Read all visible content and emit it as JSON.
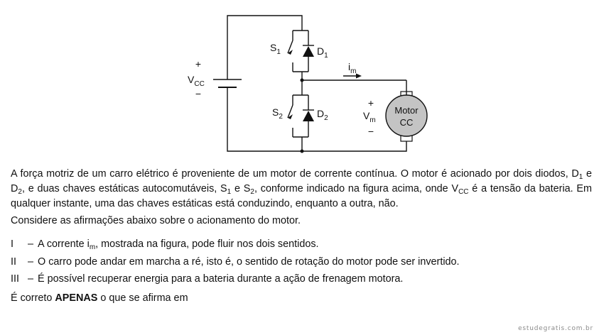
{
  "circuit": {
    "source": {
      "sym": "V",
      "sub": "CC",
      "plus": "+",
      "minus": "−"
    },
    "switch_top": {
      "s_sym": "S",
      "s_sub": "1",
      "d_sym": "D",
      "d_sub": "1"
    },
    "switch_bottom": {
      "s_sym": "S",
      "s_sub": "2",
      "d_sym": "D",
      "d_sub": "2"
    },
    "current": {
      "sym": "i",
      "sub": "m"
    },
    "motor_voltage": {
      "sym": "V",
      "sub": "m",
      "plus": "+",
      "minus": "−"
    },
    "motor": {
      "line1": "Motor",
      "line2": "CC"
    }
  },
  "paragraph": {
    "p1": "A força motriz de um carro elétrico é proveniente de um motor de corrente contínua. O motor é acionado por dois diodos,",
    "d": "D",
    "sub1": "1",
    "e1": " e ",
    "sub2": "2",
    "p2": ", e duas chaves estáticas autocomutáveis, ",
    "s": "S",
    "e2": " e ",
    "p3": ", conforme indicado na figura acima, onde ",
    "v": "V",
    "vcc_sub": "CC",
    "p4": " é a tensão da bateria. Em qualquer instante, uma das chaves estáticas está conduzindo, enquanto a outra, não."
  },
  "consider": "Considere as afirmações abaixo sobre o acionamento do motor.",
  "statements": [
    {
      "roman": "I",
      "pre": "A corrente i",
      "sub": "m",
      "post": ", mostrada na figura, pode fluir nos dois sentidos."
    },
    {
      "roman": "II",
      "pre": "O carro pode andar em marcha a ré, isto é, o sentido de rotação do motor pode ser invertido.",
      "sub": "",
      "post": ""
    },
    {
      "roman": "III",
      "pre": "É possível recuperar energia para a bateria durante a ação de frenagem motora.",
      "sub": "",
      "post": ""
    }
  ],
  "dash": "–",
  "question": {
    "pre": "É correto ",
    "bold": "APENAS",
    "post": " o que se afirma em"
  },
  "watermark": "estudegratis.com.br"
}
